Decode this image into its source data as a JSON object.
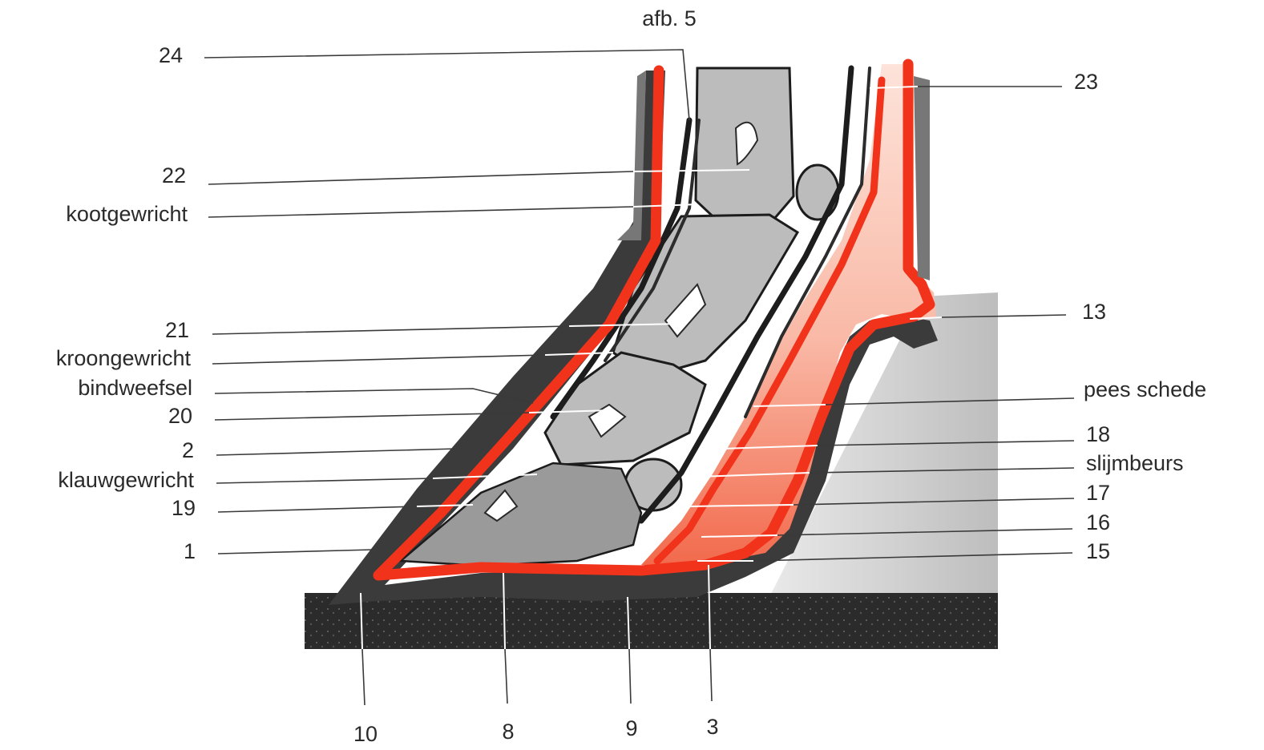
{
  "figure": {
    "caption": "afb. 5",
    "left_labels": [
      "24",
      "22",
      "kootgewricht",
      "21",
      "kroongewricht",
      "bindweefsel",
      "20",
      "2",
      "klauwgewricht",
      "19",
      "1"
    ],
    "right_labels": [
      "23",
      "13",
      "pees schede",
      "18",
      "slijmbeurs",
      "17",
      "16",
      "15"
    ],
    "bottom_labels": [
      "10",
      "8",
      "9",
      "3"
    ]
  },
  "colors": {
    "corium_red": "#f2331b",
    "pink_fill": "#f7b9a8",
    "bone_gray": "#bcbcbc",
    "ground_dark": "#2b2b2b",
    "label_text": "#2a2a2a"
  }
}
